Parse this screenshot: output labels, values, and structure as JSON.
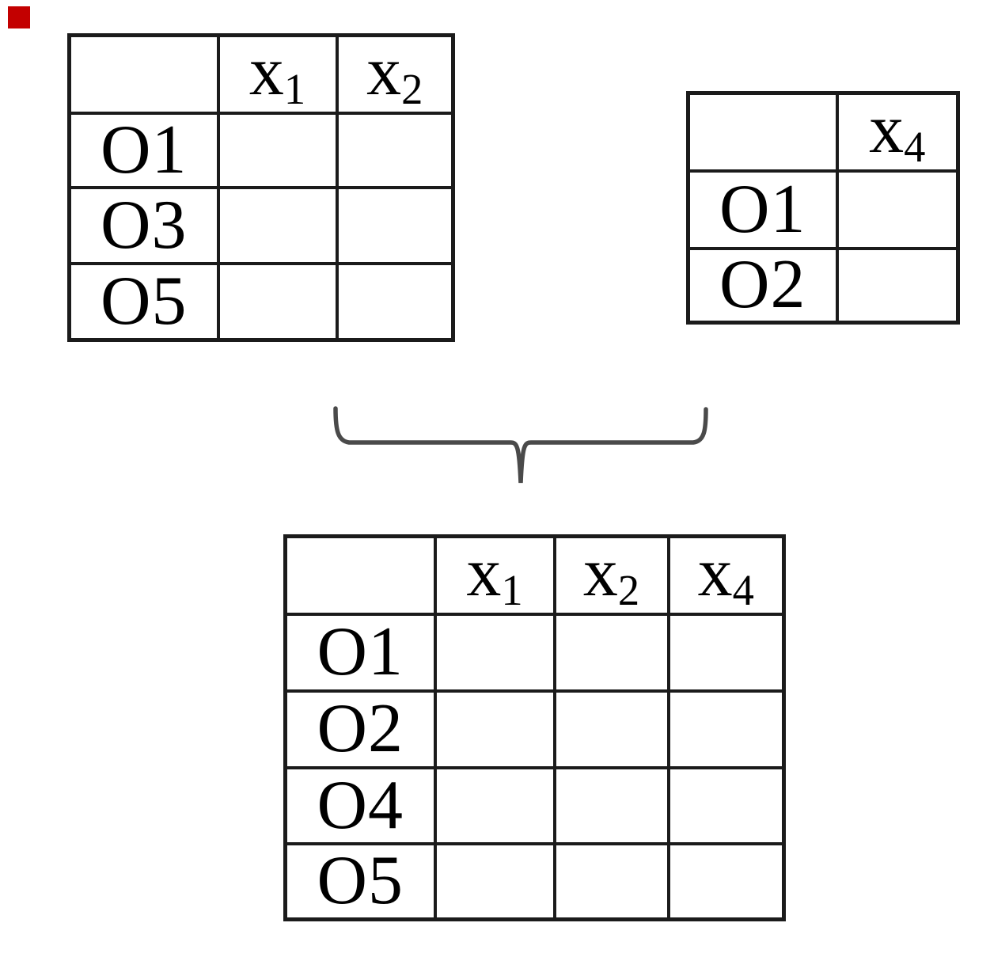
{
  "colors": {
    "table_border": "#1b1b1b",
    "brace": "#4a4a4a",
    "marker": "#c30000",
    "text": "#000000"
  },
  "top_left_table": {
    "corner": "",
    "columns": [
      {
        "base": "x",
        "sub": "1"
      },
      {
        "base": "x",
        "sub": "2"
      }
    ],
    "rows": [
      "O1",
      "O3",
      "O5"
    ]
  },
  "top_right_table": {
    "corner": "",
    "columns": [
      {
        "base": "x",
        "sub": "4"
      }
    ],
    "rows": [
      "O1",
      "O2"
    ]
  },
  "merged_table": {
    "corner": "",
    "columns": [
      {
        "base": "x",
        "sub": "1"
      },
      {
        "base": "x",
        "sub": "2"
      },
      {
        "base": "x",
        "sub": "4"
      }
    ],
    "rows": [
      "O1",
      "O2",
      "O4",
      "O5"
    ]
  }
}
